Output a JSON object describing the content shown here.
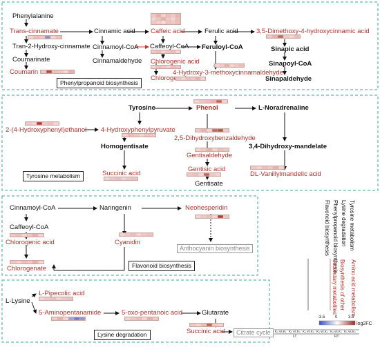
{
  "panels": {
    "phenylpropanoid": "Phenylpropanoid biosynthesis",
    "tyrosine": "Tyrosine metabolism",
    "flavonoid": "Flavonoid biosynthesis",
    "lysine": "Lysine degradation"
  },
  "phenyl": {
    "phenylalanine": "Phenylalanine",
    "trans_cinnamate": "Trans-cinnamate",
    "tran_2_hydroxy": "Tran-2-Hydroxy-cinnamate",
    "coumarinate": "Coumarinate",
    "coumarin": "Coumarin",
    "cinnamic_acid": "Cinnamic acid",
    "cinnamoyl_coa": "Cinnamoyl-CoA",
    "cinnamaldehyde": "Cinnamaldehyde",
    "caffeic_acid": "Caffeic acid",
    "caffeoyl_coa": "Caffeoyl-CoA",
    "chlorogenic_acid": "Chlorogenic acid",
    "chlorogenate": "Chlorogenate",
    "ferulic_acid": "Ferulic acid",
    "feruloyl_coa": "Feruloyl-CoA",
    "hydroxy_methoxy": "4-Hydroxy-3-methoxycinnamaldehyde",
    "dimethoxy": "3,5-Dimethoxy-4-hydroxycinnamic acid",
    "sinapic_acid": "Sinapic acid",
    "sinapoyl_coa": "Sinapoyl-CoA",
    "sinapaldehyde": "Sinapaldehyde"
  },
  "tyro": {
    "tyrosine": "Tyrosine",
    "phenol": "Phenol",
    "noradrenaline": "L-Noradrenaline",
    "hydroxyphenylethanol": "2-(4-Hydroxyphenyl)ethanol",
    "hydroxyphenylpyruvate": "4-Hydroxyphenylpyruvate",
    "dihydroxybenzaldehyde": "2,5-Dihydroxybenzaldehyde",
    "homogentisate": "Homogentisate",
    "dihydroxy_mandelate": "3,4-Dihydroxy-mandelate",
    "gentisaldehyde": "Gentisaldehyde",
    "gentisic_acid": "Gentisic acid",
    "gentisate": "Gentisate",
    "succinic_acid": "Succinic acid",
    "vanillylmandelic": "DL-Vanillylmandelic acid"
  },
  "flav": {
    "cinnamoyl_coa": "Cinnamoyl-CoA",
    "naringenin": "Naringenin",
    "neohesperidin": "Neohesperidin",
    "caffeoyl_coa": "Caffeoyl-CoA",
    "anthocyanin": "Anthocyanin biosynthesis",
    "chlorogenic_acid": "Chlorogenic acid",
    "cyanidin": "Cyanidin",
    "chlorogenate": "Chlorogenate"
  },
  "lys": {
    "lysine": "L-Lysine",
    "pipecolic": "L-Pipecolic acid",
    "aminopentanamide": "5-Aminopentanamide",
    "oxo_pentanoic": "5-oxo-pentanoic acid",
    "glutarate": "Glutarate",
    "succinic": "Succinic acid",
    "citrate": "Citrate cycle"
  },
  "legend": {
    "pathways": [
      "Tyrosine metabolism",
      "Lysine degradation",
      "Phenylpropanoid biosynthesis",
      "Flavonoid biosynthesis"
    ],
    "classes": [
      "Amino acid metabolism",
      "Biosynthesis of other",
      "secondary metabolites"
    ],
    "scale_min": "-3.5",
    "scale_mid": "0",
    "scale_max": "3.5",
    "scale_unit": "log2FC",
    "columns": [
      "K₀ vs.K₁",
      "K₀ vs.K₂",
      "K₀ vs.K₃",
      "K₀ vs.K₁",
      "K₀ vs.K₂",
      "K₀ vs.K₃"
    ],
    "group_lt": "LT",
    "group_rt": "RT",
    "scale_colors": [
      "#3a4fc4",
      "#ffffff",
      "#9b2a22"
    ]
  },
  "heatmaps": [
    {
      "name": "hm-caffeic-acid",
      "rows": [
        [
          "#f1c9c4",
          "#e8b0aa",
          "#f3d3ce",
          "#eebfba",
          "#f1c9c4",
          "#eab7b1"
        ],
        [
          "#f4d6d2",
          "#efc3be",
          "#e8b0aa",
          "#f1c9c4",
          "#f4d6d2",
          "#edbdb8"
        ],
        [
          "#f1c9c4",
          "#f3d3ce",
          "#f6ddd9",
          "#efc3be",
          "#f1c9c4",
          "#eebfba"
        ]
      ]
    },
    {
      "name": "hm-trans-cinnamate",
      "rows": [
        [
          "#f4d6d2",
          "#eebfba",
          "#f1c9c4",
          "#8e8fc8",
          "#f4d6d2",
          "#efc3be"
        ]
      ]
    },
    {
      "name": "hm-coumarin",
      "rows": [
        [
          "#f1c9c4",
          "#b5463c",
          "#eebfba",
          "#f1c9c4",
          "#f4d6d2",
          "#e8b0aa"
        ]
      ]
    },
    {
      "name": "hm-caffeoyl-coa",
      "rows": [
        [
          "#f1c9c4",
          "#eebfba",
          "#f4d6d2",
          "#f1c9c4",
          "#eebfba",
          "#f4d6d2"
        ]
      ]
    },
    {
      "name": "hm-chlorogenic-acid",
      "rows": [
        [
          "#f4d6d2",
          "#efc3be",
          "#f1c9c4",
          "#f4d6d2",
          "#eebfba",
          "#f1c9c4"
        ]
      ]
    },
    {
      "name": "hm-chlorogenate",
      "rows": [
        [
          "#f1c9c4",
          "#f4d6d2",
          "#eebfba",
          "#f1c9c4",
          "#e8b0aa",
          "#f4d6d2"
        ]
      ]
    },
    {
      "name": "hm-hydroxy-methoxy",
      "rows": [
        [
          "#f4d6d2",
          "#f1c9c4",
          "#e8b0aa",
          "#f4d6d2",
          "#f1c9c4",
          "#eebfba"
        ]
      ]
    },
    {
      "name": "hm-dimethoxy",
      "rows": [
        [
          "#f1c9c4",
          "#e8b0aa",
          "#c4635a",
          "#f1c9c4",
          "#f4d6d2",
          "#eebfba"
        ]
      ]
    },
    {
      "name": "hm-phenol",
      "rows": [
        [
          "#f4d6d2",
          "#f1c9c4",
          "#eebfba",
          "#e8b0aa",
          "#c4635a",
          "#f4d6d2"
        ]
      ]
    },
    {
      "name": "hm-hydroxyphenylethanol",
      "rows": [
        [
          "#f1c9c4",
          "#f4d6d2",
          "#b13b30",
          "#f1c9c4",
          "#eebfba",
          "#f4d6d2"
        ]
      ]
    },
    {
      "name": "hm-hydroxyphenylpyruvate",
      "rows": [
        [
          "#f4d6d2",
          "#eebfba",
          "#f1c9c4",
          "#f4d6d2",
          "#efc3be",
          "#f1c9c4"
        ]
      ]
    },
    {
      "name": "hm-dihydroxybenzaldehyde",
      "rows": [
        [
          "#f1c9c4",
          "#e8b0aa",
          "#f4d6d2",
          "#c4635a",
          "#a9553d",
          "#f1c9c4"
        ]
      ]
    },
    {
      "name": "hm-gentisaldehyde",
      "rows": [
        [
          "#f4d6d2",
          "#f1c9c4",
          "#e8b0aa",
          "#f4d6d2",
          "#eebfba",
          "#f1c9c4"
        ]
      ]
    },
    {
      "name": "hm-gentisic-acid",
      "rows": [
        [
          "#f1c9c4",
          "#eebfba",
          "#f4d6d2",
          "#c4635a",
          "#f1c9c4",
          "#f4d6d2"
        ]
      ]
    },
    {
      "name": "hm-succinic-tyro",
      "rows": [
        [
          "#f4d6d2",
          "#f1c9c4",
          "#eebfba",
          "#f4d6d2",
          "#f1c9c4",
          "#efc3be"
        ]
      ]
    },
    {
      "name": "hm-vanillylmandelic",
      "rows": [
        [
          "#f1c9c4",
          "#f4d6d2",
          "#eebfba",
          "#f1c9c4",
          "#e8b0aa",
          "#f4d6d2"
        ]
      ]
    },
    {
      "name": "hm-neohesperidin",
      "rows": [
        [
          "#f4d6d2",
          "#f1c9c4",
          "#eebfba",
          "#f4d6d2",
          "#b13b30",
          "#f1c9c4"
        ]
      ]
    },
    {
      "name": "hm-chlorogenic-flav",
      "rows": [
        [
          "#f1c9c4",
          "#eebfba",
          "#f4d6d2",
          "#f1c9c4",
          "#e8b0aa",
          "#f4d6d2"
        ]
      ]
    },
    {
      "name": "hm-cyanidin",
      "rows": [
        [
          "#f4d6d2",
          "#f1c9c4",
          "#eebfba",
          "#f4d6d2",
          "#f1c9c4",
          "#efc3be"
        ]
      ]
    },
    {
      "name": "hm-chlorogenate-flav",
      "rows": [
        [
          "#f1c9c4",
          "#f4d6d2",
          "#eebfba",
          "#f1c9c4",
          "#e8b0aa",
          "#f4d6d2"
        ]
      ]
    },
    {
      "name": "hm-pipecolic",
      "rows": [
        [
          "#f4d6d2",
          "#f1c9c4",
          "#eebfba",
          "#f4d6d2",
          "#f1c9c4",
          "#efc3be"
        ]
      ]
    },
    {
      "name": "hm-aminopentanamide",
      "rows": [
        [
          "#f1c9c4",
          "#e8b0aa",
          "#f4d6d2",
          "#9aa4d8",
          "#6c78c8",
          "#8b95d2"
        ]
      ]
    },
    {
      "name": "hm-oxo-pentanoic",
      "rows": [
        [
          "#f4d6d2",
          "#f1c9c4",
          "#eebfba",
          "#f4d6d2",
          "#e8b0aa",
          "#f1c9c4"
        ]
      ]
    },
    {
      "name": "hm-succinic-lys",
      "rows": [
        [
          "#f1c9c4",
          "#f4d6d2",
          "#eebfba",
          "#c4635a",
          "#f1c9c4",
          "#f4d6d2"
        ]
      ]
    }
  ]
}
